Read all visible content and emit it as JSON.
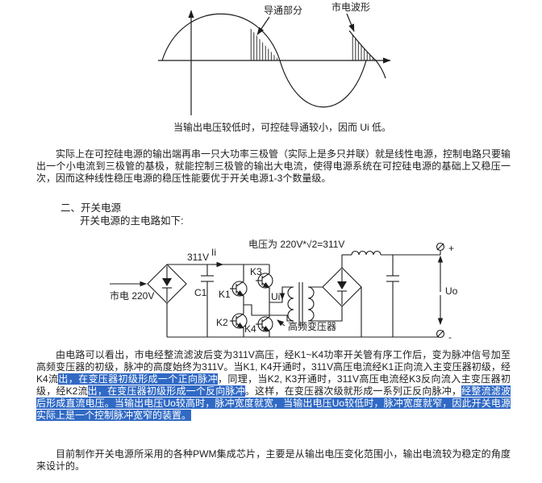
{
  "colors": {
    "ink": "#1c1c1c",
    "highlight_blue": "#316ac5",
    "page_bg": "#ffffff"
  },
  "waveform": {
    "label_conduction": "导通部分",
    "label_mains_waveform": "市电波形",
    "caption": "当输出电压较低时，可控硅导通较小，因而 Ui 低。"
  },
  "body_text": {
    "paragraph1": "实际上在可控硅电源的输出端再串一只大功率三极管（实际上是多只并联）就是线性电源，控制电路只要输出一个小电流到三极管的基极，就能控制三极管的输出大电流，使得电源系统在可控硅电源的基础上又稳压一次，因而这种线性稳压电源的稳压性能要优于开关电源1-3个数量级。",
    "heading_switching": "二、开关电源",
    "circuit_intro": "开关电源的主电路如下:",
    "paragraph3": "目前制作开关电源所采用的各种PWM集成芯片，主要是从输出电压变化范围小，输出电流较为稳定的角度来设计的。"
  },
  "paragraph2": {
    "segments": [
      {
        "text": "由电路可以看出，市电经整流滤波后变为311V高压，经K1~K4功率开关管有序工作后，变为脉冲信号加至高频变压器的初级，脉冲的高度始终为311V。当K1, K4开通时，311V高压电流经K1正向流入主变压器初级，经K4流",
        "highlight": false
      },
      {
        "text": "出，在变压器初级形成一个正向脉冲",
        "highlight": true
      },
      {
        "text": "，同理，当K2, K3开通时，311V高压电流经K3反向流入主变压器初级，经K2流",
        "highlight": false
      },
      {
        "text": "出，在变压器初级形成一个反向脉冲",
        "highlight": true
      },
      {
        "text": "。这样，在变压器次级就形成一系列正反向脉冲，",
        "highlight": false
      },
      {
        "text": "经整流滤波后形成直流电压。当输出电压Uo较高时，脉冲宽度就宽，当输出电压Uo较低时，脉冲宽度就窄，因此开关电源实际上是一个控制脉冲宽窄的装置。",
        "highlight": true
      }
    ]
  },
  "circuit": {
    "label_voltage": "电压为 220V*√2=311V",
    "label_311v": "311V",
    "label_ii": "Ii",
    "label_mains": "市电 220V",
    "label_c1": "C1",
    "label_k1": "K1",
    "label_k2": "K2",
    "label_k3": "K3",
    "label_k4": "K4",
    "label_ui": "Ui",
    "label_transformer": "高频变压器",
    "label_uo": "Uo",
    "label_plus": "+",
    "label_minus": "-"
  }
}
